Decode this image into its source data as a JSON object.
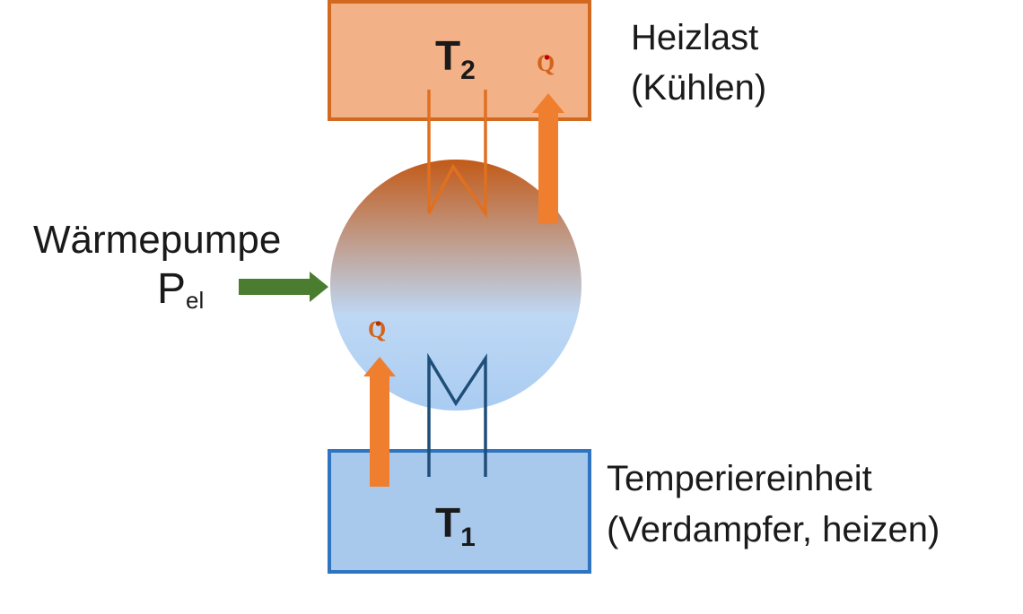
{
  "hot_box": {
    "temperature_symbol": "T",
    "temperature_subscript": "2",
    "heat_symbol": "Q",
    "fill_color": "#f3b188",
    "stroke_color": "#d2691e"
  },
  "cold_box": {
    "temperature_symbol": "T",
    "temperature_subscript": "1",
    "fill_color": "#a8c8ec",
    "stroke_color": "#2e74c0"
  },
  "heat_flow_in": {
    "symbol": "Q",
    "arrow_color": "#ef7f2f"
  },
  "heat_flow_out": {
    "arrow_color": "#ef7f2f"
  },
  "heat_pump": {
    "label": "Wärmepumpe",
    "power_symbol": "P",
    "power_subscript": "el",
    "arrow_color": "#4a7d2f",
    "gradient_top": "#c25a18",
    "gradient_bottom": "#bed8f4"
  },
  "heizlast": {
    "line1": "Heizlast",
    "line2": "(Kühlen)"
  },
  "temperiereinheit": {
    "line1": "Temperiereinheit",
    "line2": "(Verdampfer, heizen)"
  }
}
